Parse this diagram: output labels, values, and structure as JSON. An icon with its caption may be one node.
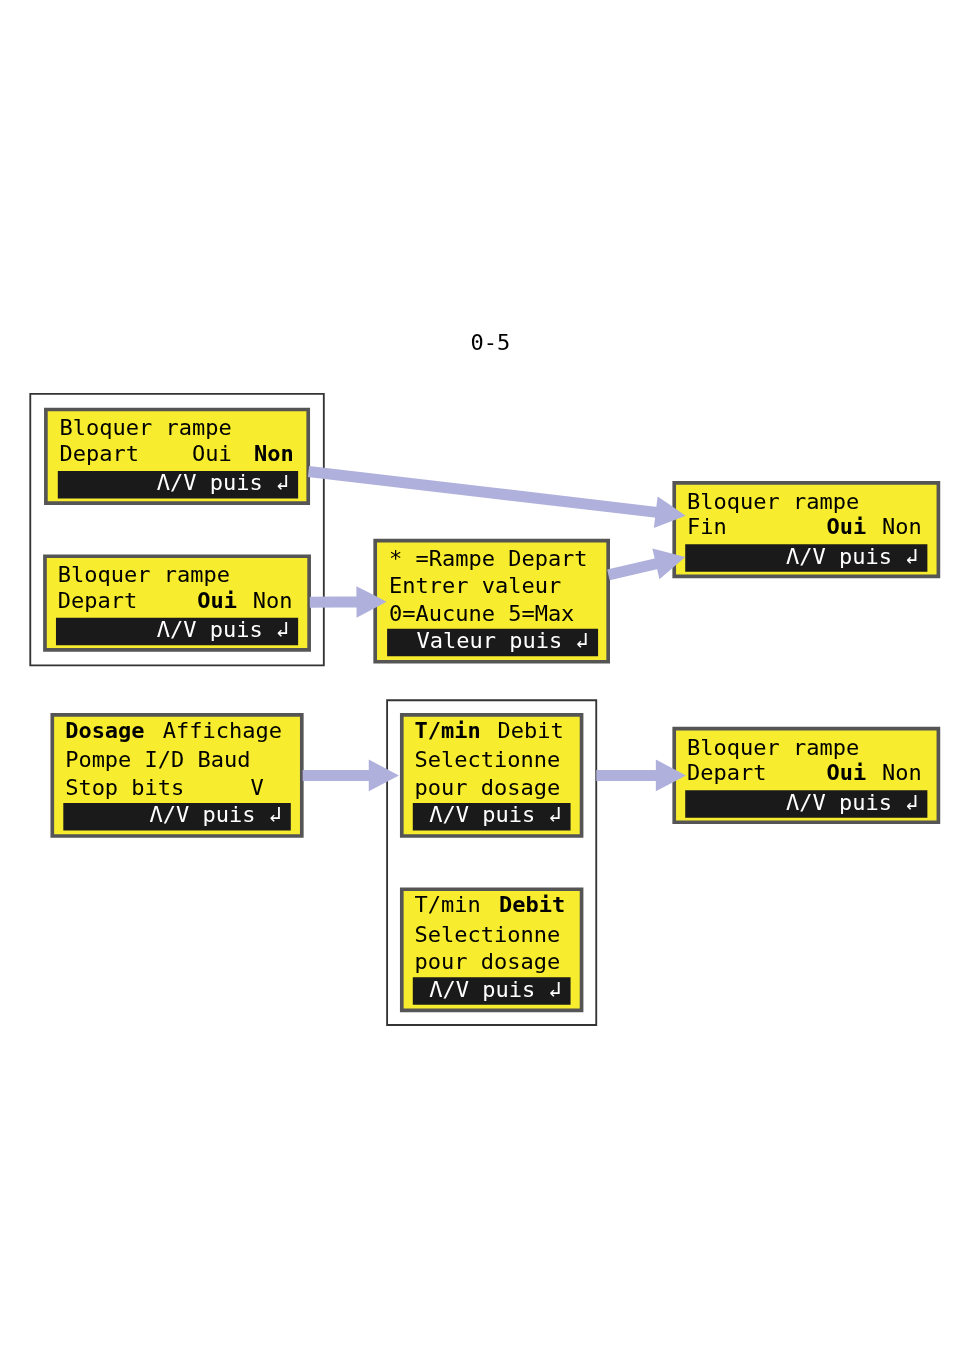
{
  "diagram": {
    "nodes": [
      {
        "text": [
          "**Dosage** Affichage",
          "Pompe I/D Baud",
          "Stop bits     V",
          "Λ/V puis ↲"
        ]
      },
      {
        "text": [],
        "shape": "box"
      },
      {
        "text": [
          "**T/min** Debit",
          "Selectionne",
          "pour dosage",
          "Λ/V puis ↲"
        ],
        "in": 1
      },
      {
        "text": [
          "T/min **Debit**",
          "Selectionne",
          "pour dosage",
          "Λ/V puis ↲"
        ],
        "in": 1
      },
      {
        "text": [
          "Bloquer rampe",
          "Depart    **Oui** Non",
          "Λ/V puis ↲"
        ]
      },
      {
        "text": [],
        "shape": "box"
      },
      {
        "text": [
          "Bloquer rampe",
          "Depart    Oui **Non**",
          "Λ/V puis ↲"
        ],
        "in": 5
      },
      {
        "text": [
          "Bloquer rampe",
          "Depart    **Oui** Non",
          "Λ/V puis ↲"
        ],
        "in": 5
      },
      {
        "text": [
          "* =Rampe Depart",
          "Entrer valeur",
          "0=Aucune 5=Max",
          "Valeur puis ↲"
        ]
      },
      {
        "text": [
          "Bloquer rampe",
          "Fin       **Oui** Non",
          "Λ/V puis ↲"
        ]
      }
    ],
    "edges": [
      {
        "from": 0,
        "to": 1,
        "arrow": "to"
      },
      {
        "from": 1,
        "to": 4,
        "arrow": "to"
      },
      {
        "from": 6,
        "to": 9,
        "arrow": "to"
      },
      {
        "from": 7,
        "to": 8,
        "arrow": "to"
      },
      {
        "from": 8,
        "to": 9,
        "arrow": "to"
      }
    ],
    "labels": [
      "0-5"
    ]
  }
}
